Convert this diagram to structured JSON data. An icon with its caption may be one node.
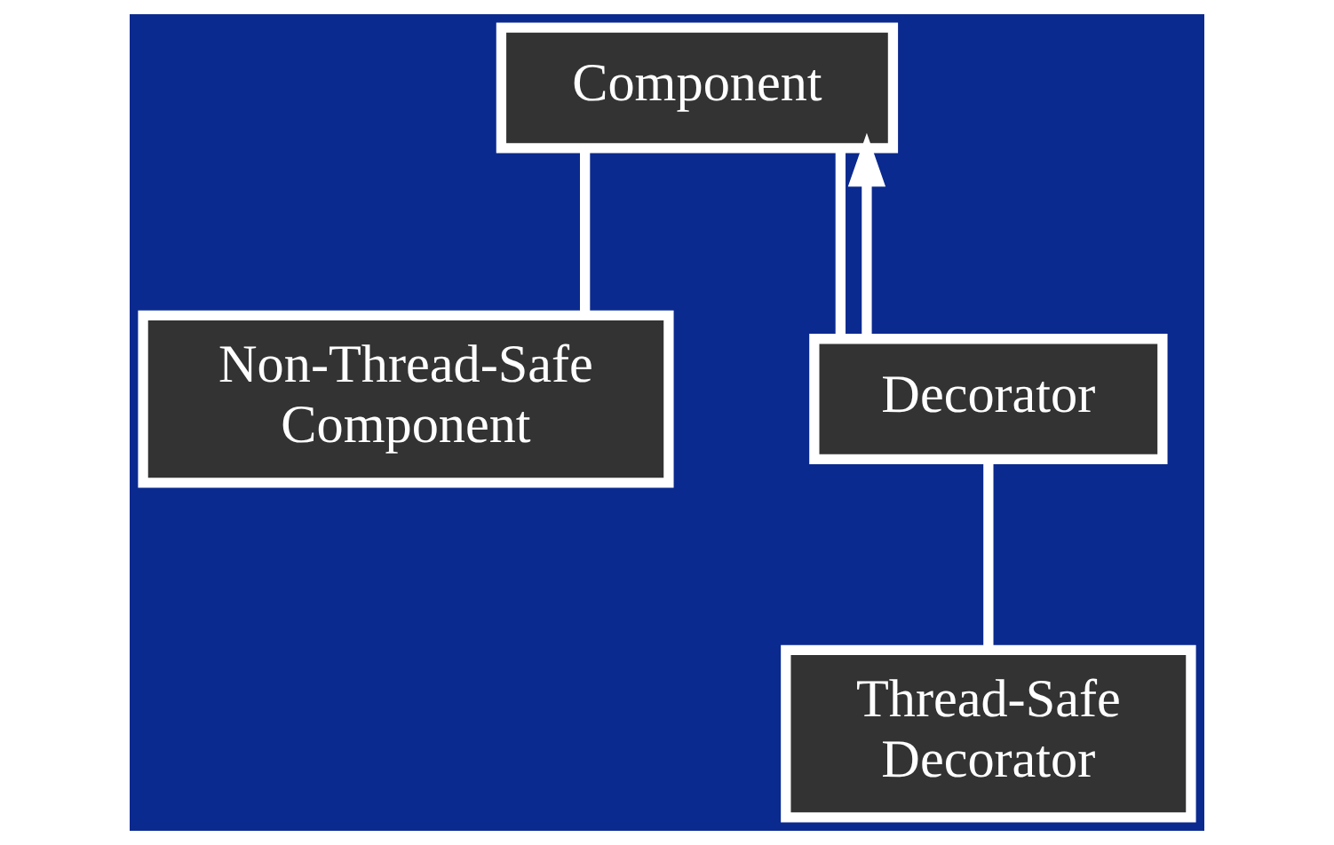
{
  "diagram": {
    "nodes": [
      {
        "text": [
          "Component"
        ]
      },
      {
        "text": [
          "Non-Thread-Safe Component"
        ]
      },
      {
        "text": [
          "Decorator"
        ]
      },
      {
        "text": [
          "Thread-Safe Decorator"
        ]
      }
    ],
    "edges": [
      {
        "from": 0,
        "to": 1,
        "arrow": "none"
      },
      {
        "from": 0,
        "to": 2,
        "arrow": "none"
      },
      {
        "from": 2,
        "to": 3,
        "arrow": "none"
      },
      {
        "from": 2,
        "to": 0,
        "arrow": "to"
      }
    ]
  }
}
